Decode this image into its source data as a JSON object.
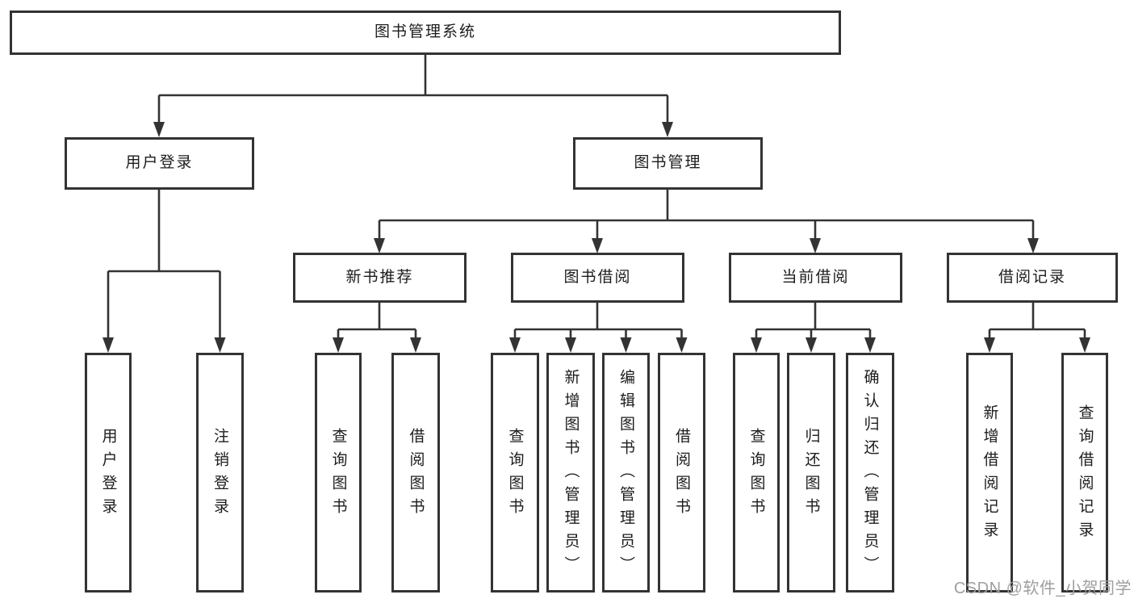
{
  "diagram": {
    "root": {
      "label": "图书管理系统"
    },
    "branches": [
      {
        "label": "用户登录",
        "children": [
          {
            "label": "用户登录"
          },
          {
            "label": "注销登录"
          }
        ]
      },
      {
        "label": "图书管理",
        "children": [
          {
            "label": "新书推荐",
            "children": [
              {
                "label": "查询图书"
              },
              {
                "label": "借阅图书"
              }
            ]
          },
          {
            "label": "图书借阅",
            "children": [
              {
                "label": "查询图书"
              },
              {
                "label": "新增图书（管理员）"
              },
              {
                "label": "编辑图书（管理员）"
              },
              {
                "label": "借阅图书"
              }
            ]
          },
          {
            "label": "当前借阅",
            "children": [
              {
                "label": "查询图书"
              },
              {
                "label": "归还图书"
              },
              {
                "label": "确认归还（管理员）"
              }
            ]
          },
          {
            "label": "借阅记录",
            "children": [
              {
                "label": "新增借阅记录"
              },
              {
                "label": "查询借阅记录"
              }
            ]
          }
        ]
      }
    ]
  },
  "watermark": {
    "text": "CSDN @软件_小贺同学"
  },
  "colors": {
    "line": "#333333",
    "box_border": "#333333",
    "text": "#1c1c1c",
    "watermark": "#9e9e9e",
    "background": "#ffffff"
  }
}
